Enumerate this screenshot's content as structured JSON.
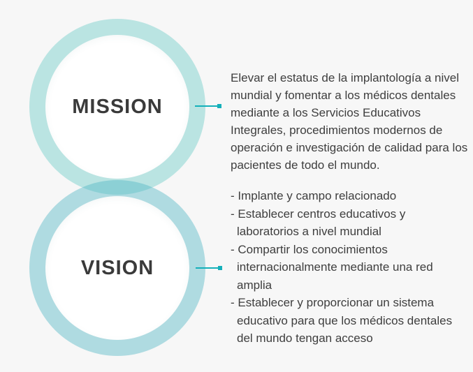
{
  "page": {
    "background_color": "#f7f7f7",
    "text_color": "#3e3e3e",
    "accent_color": "#14b0ba"
  },
  "mission": {
    "label": "MISSION",
    "ring_color": "#bfe6e4",
    "description": "Elevar el estatus de la implantología a nivel mundial y fomentar a los médicos dentales mediante a los Servicios Educativos Integrales, procedimientos modernos de operación e investigación de calidad para los pacientes de todo el mundo."
  },
  "vision": {
    "label": "VISION",
    "ring_color": "#b3dde2",
    "items": [
      "- Implante y campo relacionado",
      "- Establecer centros educativos y laboratorios a nivel mundial",
      "- Compartir los conocimientos internacionalmente mediante una red amplia",
      "- Establecer y proporcionar un sistema educativo para que los médicos dentales del mundo tengan acceso"
    ]
  }
}
